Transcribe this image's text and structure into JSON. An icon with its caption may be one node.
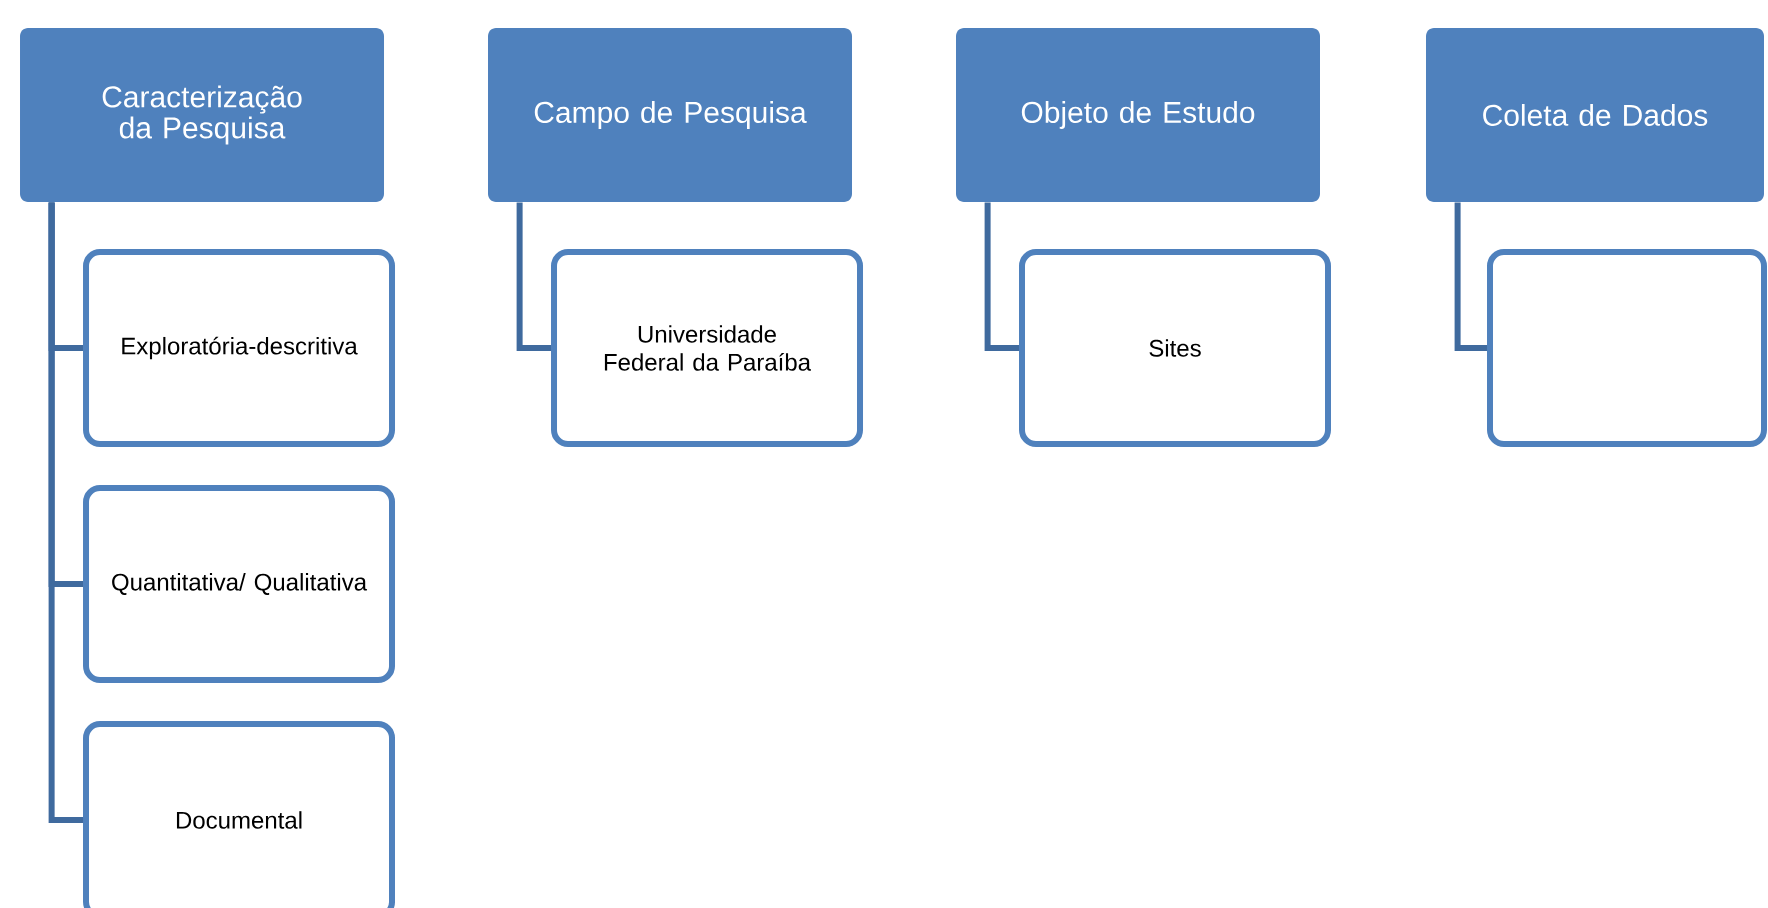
{
  "diagram": {
    "nodes": [
      {
        "text": [
          "Caracterização da Pesquisa"
        ]
      },
      {
        "text": [
          "Exploratória-descritiva"
        ]
      },
      {
        "text": [
          "Quantitativa/ Qualitativa"
        ]
      },
      {
        "text": [
          "Documental"
        ]
      },
      {
        "text": [
          "Campo de Pesquisa"
        ]
      },
      {
        "text": [
          "Universidade Federal da Paraíba"
        ]
      },
      {
        "text": [
          "Objeto de Estudo"
        ]
      },
      {
        "text": [
          "Sites"
        ]
      },
      {
        "text": [
          "Coleta de Dados"
        ]
      },
      {
        "text": [],
        "shape": "box"
      }
    ],
    "edges": [
      {
        "from": 0,
        "to": 1,
        "arrow": "none"
      },
      {
        "from": 0,
        "to": 2,
        "arrow": "none"
      },
      {
        "from": 0,
        "to": 3,
        "arrow": "none"
      },
      {
        "from": 4,
        "to": 5,
        "arrow": "none"
      },
      {
        "from": 6,
        "to": 7,
        "arrow": "none"
      },
      {
        "from": 8,
        "to": 9,
        "arrow": "none"
      }
    ]
  }
}
